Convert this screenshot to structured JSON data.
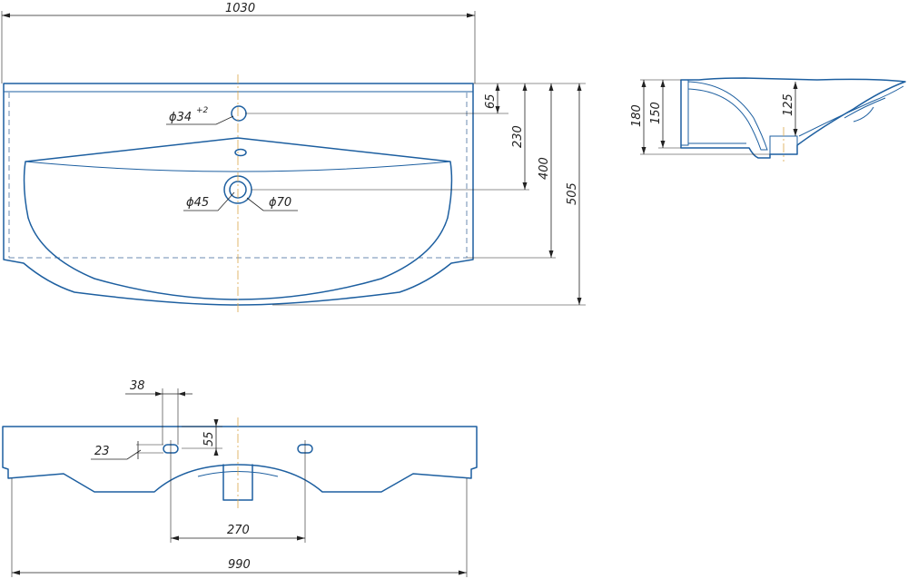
{
  "dimensions": {
    "total_width": "1030",
    "depth_65": "65",
    "depth_230": "230",
    "depth_400": "400",
    "depth_505": "505",
    "tap_hole": "ϕ34",
    "tap_hole_tol": "+2",
    "drain_inner": "ϕ45",
    "drain_outer": "ϕ70",
    "side_180": "180",
    "side_150": "150",
    "side_125": "125",
    "slot_38": "38",
    "slot_55": "55",
    "slot_23": "23",
    "span_270": "270",
    "bottom_width": "990"
  },
  "colors": {
    "outline": "#1d5fa0",
    "dimension": "#222222",
    "center_line": "#d9a64a"
  }
}
